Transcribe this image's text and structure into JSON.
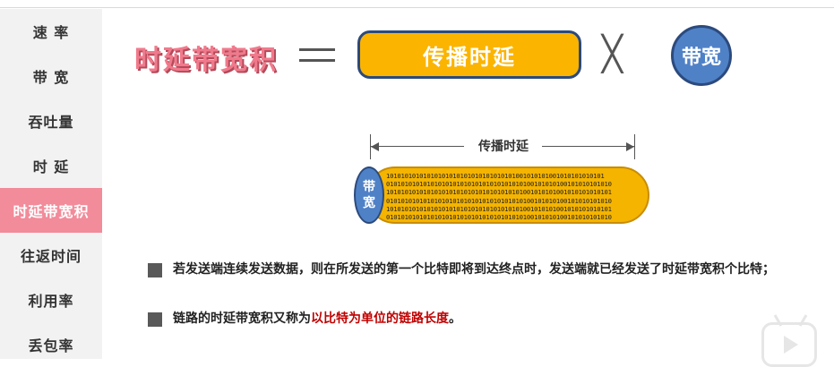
{
  "sidebar": {
    "items": [
      {
        "label": "速 率",
        "active": false
      },
      {
        "label": "带 宽",
        "active": false
      },
      {
        "label": "吞吐量",
        "active": false
      },
      {
        "label": "时 延",
        "active": false
      },
      {
        "label": "时延带宽积",
        "active": true
      },
      {
        "label": "往返时间",
        "active": false
      },
      {
        "label": "利用率",
        "active": false
      },
      {
        "label": "丢包率",
        "active": false
      }
    ],
    "active_color": "#f28b9a"
  },
  "formula": {
    "title": "时延带宽积",
    "delay_label": "传播时延",
    "bandwidth_label": "带宽",
    "multiply_symbol": "╳"
  },
  "diagram": {
    "dimension_label": "传播时延",
    "bandwidth_char_1": "带",
    "bandwidth_char_2": "宽",
    "bits": [
      "10101010101010101010101010101010101001010101001010101010101",
      "0101010101010101010101010101010101010100101010100101010101010",
      "1010101010101010101010101010101010101001010101001010101010101",
      "0101010101010101010101010101010101010100101010100101010101010",
      "1010101010101010101010101010101010101001010101001010101010101",
      "0101010101010101010101010101010101010100101010100101010101010",
      "10101010101010101010101010101010101001010101001010101010101"
    ]
  },
  "bullets": {
    "first": "若发送端连续发送数据，则在所发送的第一个比特即将到达终点时，发送端就已经发送了时延带宽积个比特；",
    "second_prefix": "链路的时延带宽积又称为",
    "second_highlight": "以比特为单位的链路长度",
    "second_suffix": "。"
  },
  "colors": {
    "title": "#f07a8c",
    "delay_box": "#fbb400",
    "bandwidth_circle": "#4f81c7",
    "highlight": "#c00000"
  }
}
